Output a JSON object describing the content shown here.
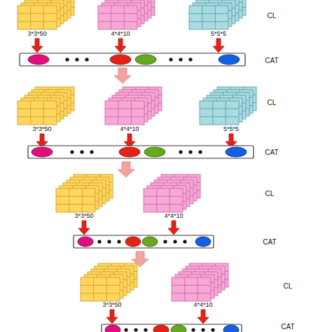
{
  "diagram": {
    "labels": [
      "CL",
      "3*3*50",
      "4*4*10",
      "5*5*5",
      "CAT",
      "CL",
      "3*3*50",
      "4*4*10",
      "5*5*5",
      "CAT",
      "CL",
      "3*3*50",
      "4*4*10",
      "CAT",
      "CL",
      "3*3*50",
      "4*4*10",
      "CAT"
    ]
  }
}
